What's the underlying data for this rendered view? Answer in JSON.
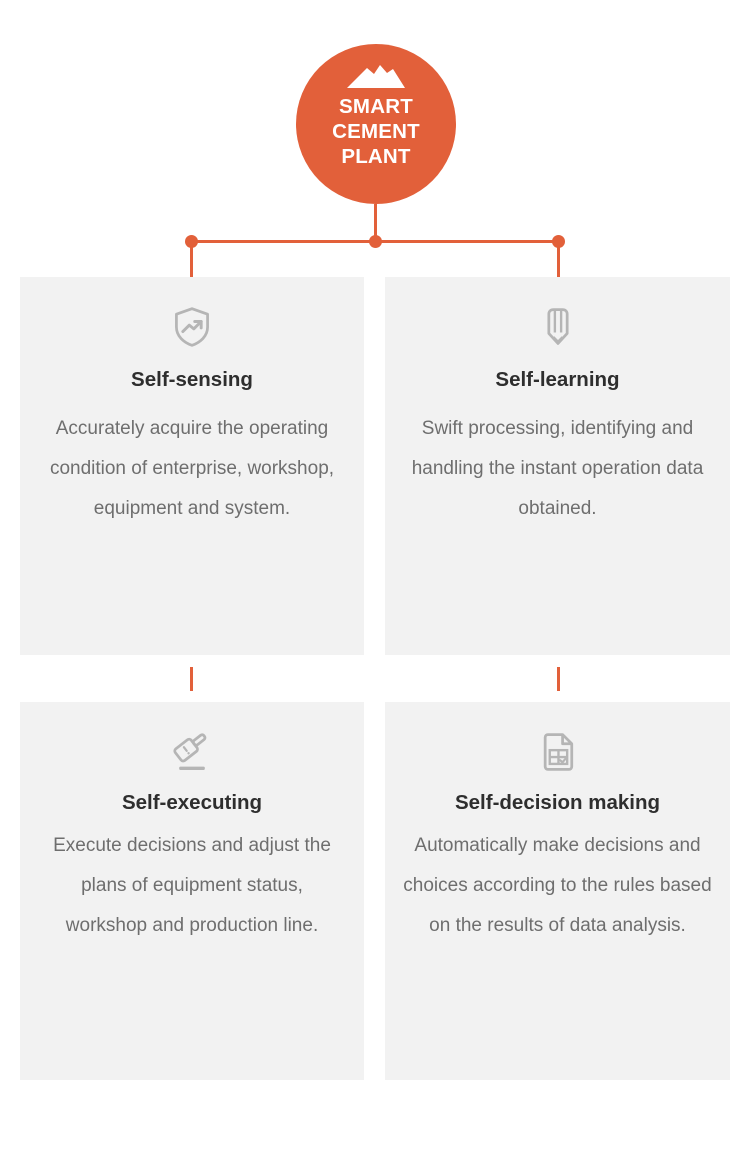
{
  "colors": {
    "accent": "#E2603A",
    "card_bg": "#f2f2f2",
    "page_bg": "#ffffff",
    "title_text": "#2e2e2e",
    "body_text": "#6e6e6e",
    "icon_gray": "#b5b5b5"
  },
  "hub": {
    "icon": "cement-pile-icon",
    "line1": "SMART",
    "line2": "CEMENT",
    "line3": "PLANT"
  },
  "cards": [
    {
      "id": "self-sensing",
      "icon": "shield-trend-icon",
      "title": "Self-sensing",
      "description": "Accurately acquire the operating condition of enterprise, workshop, equipment and system."
    },
    {
      "id": "self-learning",
      "icon": "pencil-icon",
      "title": "Self-learning",
      "description": "Swift processing, identifying and handling the instant operation data obtained."
    },
    {
      "id": "self-executing",
      "icon": "gavel-icon",
      "title": "Self-executing",
      "description": "Execute decisions and adjust the plans of equipment status, workshop and production line."
    },
    {
      "id": "self-decision-making",
      "icon": "document-table-check-icon",
      "title": "Self-decision making",
      "description": "Automatically make decisions and choices according to the rules based on the results of data analysis."
    }
  ],
  "connectors": {
    "dots": 3,
    "description": "horizontal bus with three nodes linking hub to the four capability cards"
  }
}
